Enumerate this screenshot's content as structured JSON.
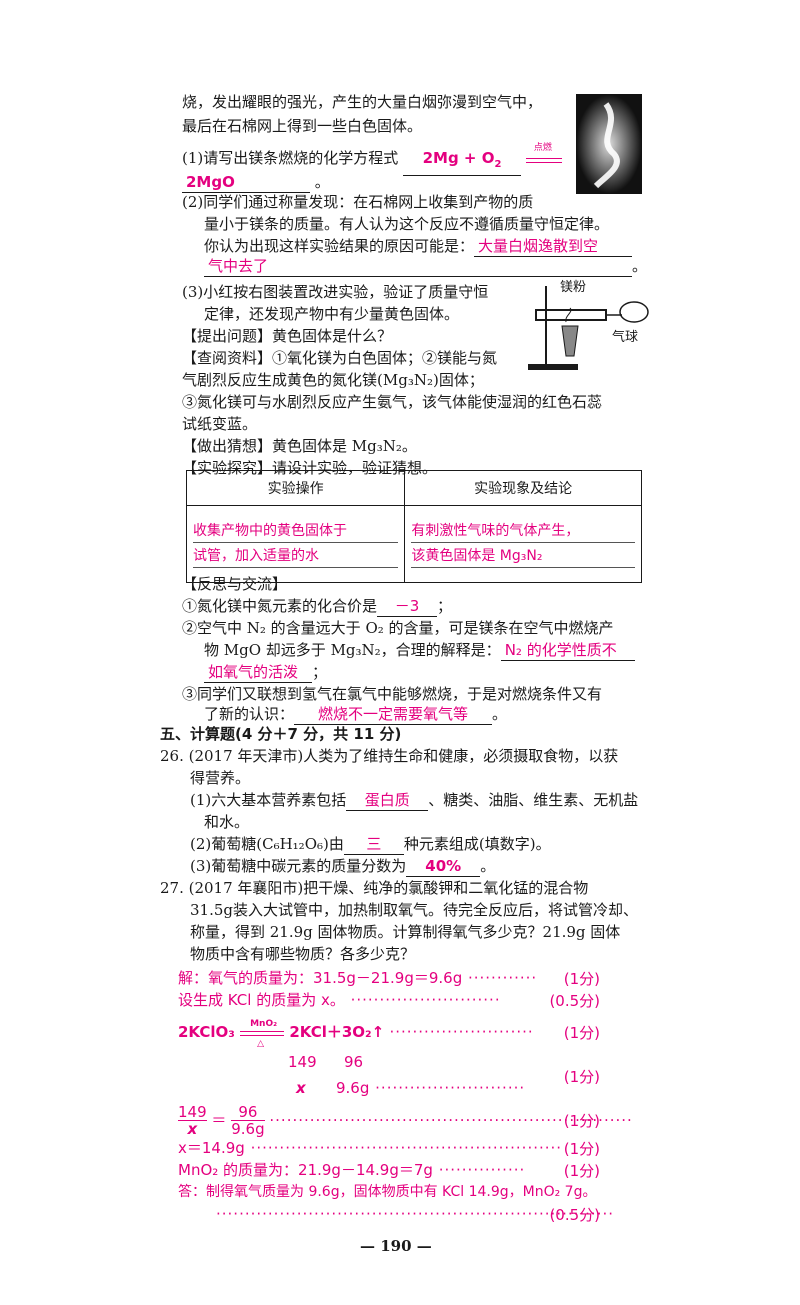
{
  "intro": {
    "line1": "烧，发出耀眼的强光，产生的大量白烟弥漫到空气中，",
    "line2": "最后在石棉网上得到一些白色固体。"
  },
  "q1": {
    "prompt": "(1)请写出镁条燃烧的化学方程式",
    "answer_left": "2Mg + O",
    "answer_left_sub": "2",
    "condition": "点燃",
    "answer_right": "2MgO",
    "end": "。"
  },
  "q2": {
    "line1": "(2)同学们通过称量发现：在石棉网上收集到产物的质",
    "line2": "量小于镁条的质量。有人认为这个反应不遵循质量守恒定律。",
    "line3": "你认为出现这样实验结果的原因可能是：",
    "answer1": "大量白烟逸散到空",
    "answer2": "气中去了",
    "end": "。"
  },
  "q3": {
    "line1": "(3)小红按右图装置改进实验，验证了质量守恒",
    "line2": "定律，还发现产物中有少量黄色固体。",
    "apparatus_label1": "镁粉",
    "apparatus_label2": "气球",
    "ask_title": "【提出问题】",
    "ask": "黄色固体是什么？",
    "ref_title": "【查阅资料】",
    "ref1": "①氧化镁为白色固体；②镁能与氮",
    "ref2": "气剧烈反应生成黄色的氮化镁(Mg₃N₂)固体；",
    "ref3": "③氮化镁可与水剧烈反应产生氨气，该气体能使湿润的红色石蕊",
    "ref4": "试纸变蓝。",
    "guess_title": "【做出猜想】",
    "guess": "黄色固体是 Mg₃N₂。",
    "explore_title": "【实验探究】",
    "explore": "请设计实验，验证猜想。"
  },
  "table": {
    "headers": [
      "实验操作",
      "实验现象及结论"
    ],
    "op_lines": [
      "收集产物中的黄色固体于",
      "试管，加入适量的水"
    ],
    "result_lines": [
      "有刺激性气味的气体产生，",
      "该黄色固体是 Mg₃N₂"
    ]
  },
  "reflect": {
    "title": "【反思与交流】",
    "r1_prompt": "①氮化镁中氮元素的化合价是",
    "r1_answer": "－3",
    "r1_end": "；",
    "r2_line1": "②空气中 N₂ 的含量远大于 O₂ 的含量，可是镁条在空气中燃烧产",
    "r2_line2": "物 MgO 却远多于 Mg₃N₂，合理的解释是：",
    "r2_answer1": "N₂ 的化学性质不",
    "r2_answer2": "如氧气的活泼",
    "r2_end": "；",
    "r3_line1": "③同学们又联想到氢气在氯气中能够燃烧，于是对燃烧条件又有",
    "r3_line2": "了新的认识：",
    "r3_answer": "燃烧不一定需要氧气等",
    "r3_end": "。"
  },
  "section5": {
    "title": "五、计算题(4 分＋7 分，共 11 分)"
  },
  "q26": {
    "line1": "26. (2017 年天津市)人类为了维持生命和健康，必须摄取食物，以获",
    "line2": "得营养。",
    "s1_prompt": "(1)六大基本营养素包括",
    "s1_answer": "蛋白质",
    "s1_rest": "、糖类、油脂、维生素、无机盐",
    "s1_line2": "和水。",
    "s2_prompt": "(2)葡萄糖(C₆H₁₂O₆)由",
    "s2_answer": "三",
    "s2_rest": "种元素组成(填数字)。",
    "s3_prompt": "(3)葡萄糖中碳元素的质量分数为",
    "s3_answer": "40%",
    "s3_end": "。"
  },
  "q27": {
    "line1": "27. (2017 年襄阳市)把干燥、纯净的氯酸钾和二氧化锰的混合物",
    "line2": "31.5g装入大试管中，加热制取氧气。待完全反应后，将试管冷却、",
    "line3": "称量，得到 21.9g 固体物质。计算制得氧气多少克？21.9g 固体",
    "line4": "物质中含有哪些物质？各多少克？",
    "sol1": "解：氧气的质量为：31.5g－21.9g＝9.6g",
    "sol1_score": "(1分)",
    "sol2": "设生成 KCl 的质量为 x。",
    "sol2_score": "(0.5分)",
    "eq_left": "2KClO₃",
    "eq_cond_top": "MnO₂",
    "eq_cond_bottom": "△",
    "eq_right": "2KCl＋3O₂↑",
    "eq_score": "(1分)",
    "ratio_top_a": "149",
    "ratio_top_b": "96",
    "ratio_bot_a": "x",
    "ratio_bot_b": "9.6g",
    "ratio_score": "(1分)",
    "frac_a_num": "149",
    "frac_a_den": "x",
    "frac_b_num": "96",
    "frac_b_den": "9.6g",
    "frac_score": "(1分)",
    "xval": "x＝14.9g",
    "xval_score": "(1分)",
    "mno2": "MnO₂ 的质量为：21.9g－14.9g＝7g",
    "mno2_score": "(1分)",
    "answer": "答：制得氧气质量为 9.6g，固体物质中有 KCl 14.9g，MnO₂ 7g。",
    "answer_score": "(0.5分)"
  },
  "page_number": "— 190 —"
}
